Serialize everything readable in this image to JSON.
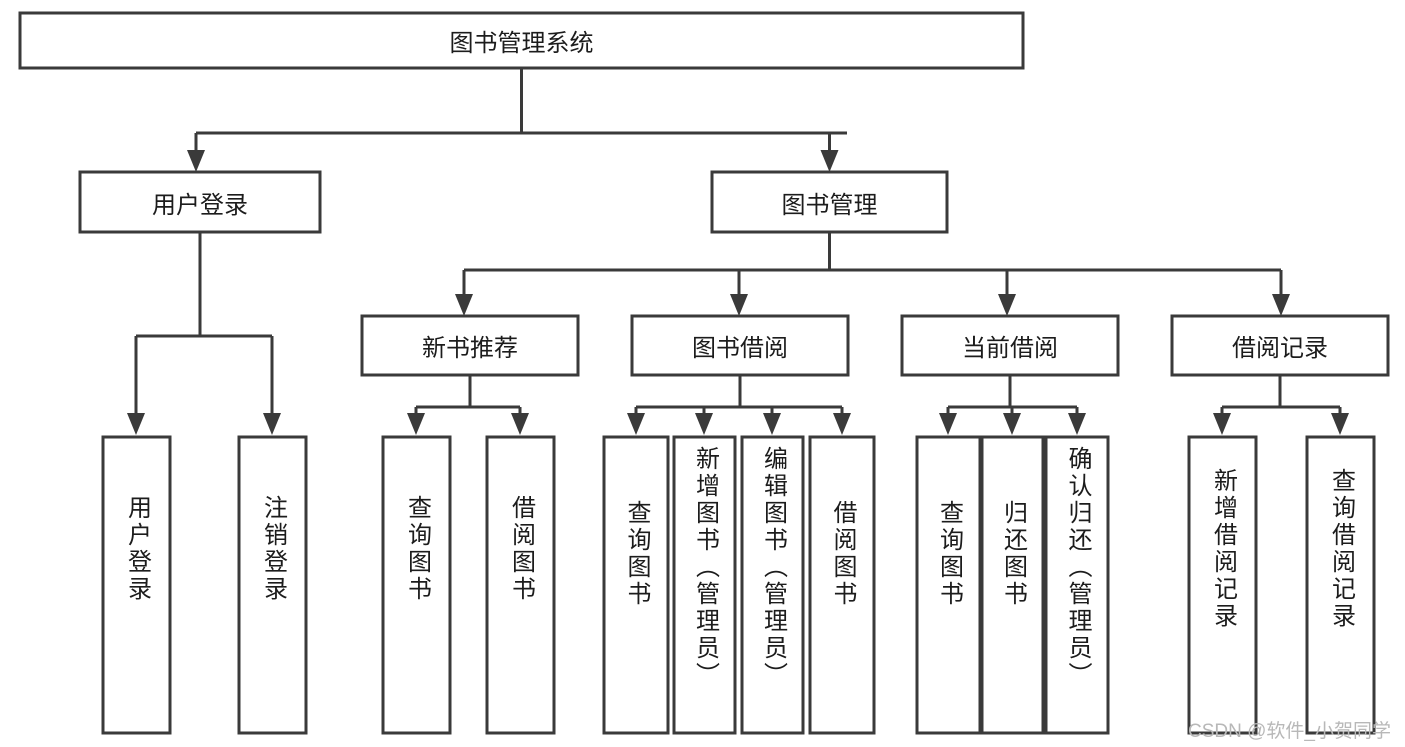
{
  "diagram": {
    "type": "tree-hierarchy",
    "title": "图书管理系统",
    "orientation": "top-down",
    "watermark": "CSDN @软件_小贺同学",
    "colors": {
      "box_stroke": "#3a3a3a",
      "box_fill": "#ffffff",
      "connector": "#3a3a3a",
      "text": "#1c1c1c",
      "watermark": "#b8b8b8",
      "background": "#ffffff"
    },
    "root": {
      "label": "图书管理系统",
      "name": "root-node"
    },
    "level2": [
      {
        "name": "node-user-login",
        "label": "用户登录"
      },
      {
        "name": "node-book-management",
        "label": "图书管理"
      }
    ],
    "level3": [
      {
        "name": "node-new-book-recommend",
        "label": "新书推荐"
      },
      {
        "name": "node-book-borrow",
        "label": "图书借阅"
      },
      {
        "name": "node-current-borrow",
        "label": "当前借阅"
      },
      {
        "name": "node-borrow-record",
        "label": "借阅记录"
      }
    ],
    "leaves": {
      "user_login": [
        {
          "name": "leaf-user-login",
          "label": "用户登录"
        },
        {
          "name": "leaf-logout-login",
          "label": "注销登录"
        }
      ],
      "new_book_recommend": [
        {
          "name": "leaf-query-book-recommend",
          "label": "查询图书"
        },
        {
          "name": "leaf-borrow-book-recommend",
          "label": "借阅图书"
        }
      ],
      "book_borrow": [
        {
          "name": "leaf-query-book-borrow",
          "label": "查询图书"
        },
        {
          "name": "leaf-add-book-admin",
          "label": "新增图书（管理员）"
        },
        {
          "name": "leaf-edit-book-admin",
          "label": "编辑图书（管理员）"
        },
        {
          "name": "leaf-borrow-book",
          "label": "借阅图书"
        }
      ],
      "current_borrow": [
        {
          "name": "leaf-query-book-current",
          "label": "查询图书"
        },
        {
          "name": "leaf-return-book",
          "label": "归还图书"
        },
        {
          "name": "leaf-confirm-return-admin",
          "label": "确认归还（管理员）"
        }
      ],
      "borrow_record": [
        {
          "name": "leaf-add-borrow-record",
          "label": "新增借阅记录"
        },
        {
          "name": "leaf-query-borrow-record",
          "label": "查询借阅记录"
        }
      ]
    }
  }
}
